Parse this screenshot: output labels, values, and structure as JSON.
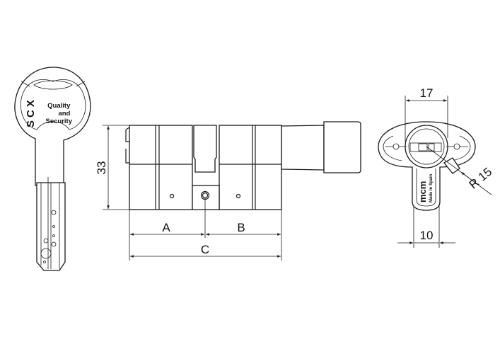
{
  "drawing": {
    "key": {
      "logo": "SCX",
      "slogan": [
        "Quality",
        "and",
        "Security"
      ]
    },
    "front_view": {
      "height_dimension": "33",
      "dimension_a": "A",
      "dimension_b": "B",
      "dimension_c": "C"
    },
    "side_view": {
      "width_dimension": "17",
      "cam_width_dimension": "10",
      "radius_dimension": "R 15",
      "brand": "mcm",
      "origin": "Made in Spain"
    }
  },
  "colors": {
    "line": "#1a1a1a",
    "background": "#ffffff"
  }
}
